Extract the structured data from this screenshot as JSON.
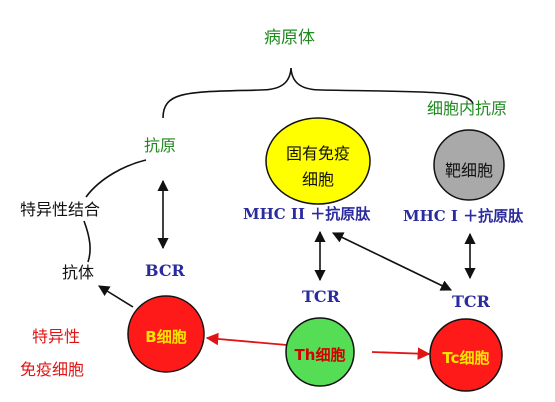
{
  "colors": {
    "green_text": "#1e8a1e",
    "blue_text": "#2b2ba0",
    "red_text": "#e01414",
    "innate_cell_fill": "#ffff00",
    "target_cell_fill": "#a9a9a9",
    "b_cell_fill": "#ff1a1a",
    "th_cell_fill": "#55dd55",
    "tc_cell_fill": "#ff1a1a",
    "red_arrow": "#e01414"
  },
  "labels": {
    "pathogen": "病原体",
    "intracellular_antigen": "细胞内抗原",
    "antigen": "抗原",
    "specific_binding": "特异性结合",
    "antibody": "抗体",
    "bcr": "BCR",
    "mhc2_peptide": "MHC II ＋抗原肽",
    "mhc1_peptide": "MHC I ＋抗原肽",
    "tcr_th": "TCR",
    "tcr_tc": "TCR",
    "specific_immune_cells_line1": "特异性",
    "specific_immune_cells_line2": "免疫细胞"
  },
  "cells": {
    "innate_line1": "固有免疫",
    "innate_line2": "细胞",
    "target": "靶细胞",
    "b": "B细胞",
    "th": "Th细胞",
    "tc": "Tc细胞"
  }
}
